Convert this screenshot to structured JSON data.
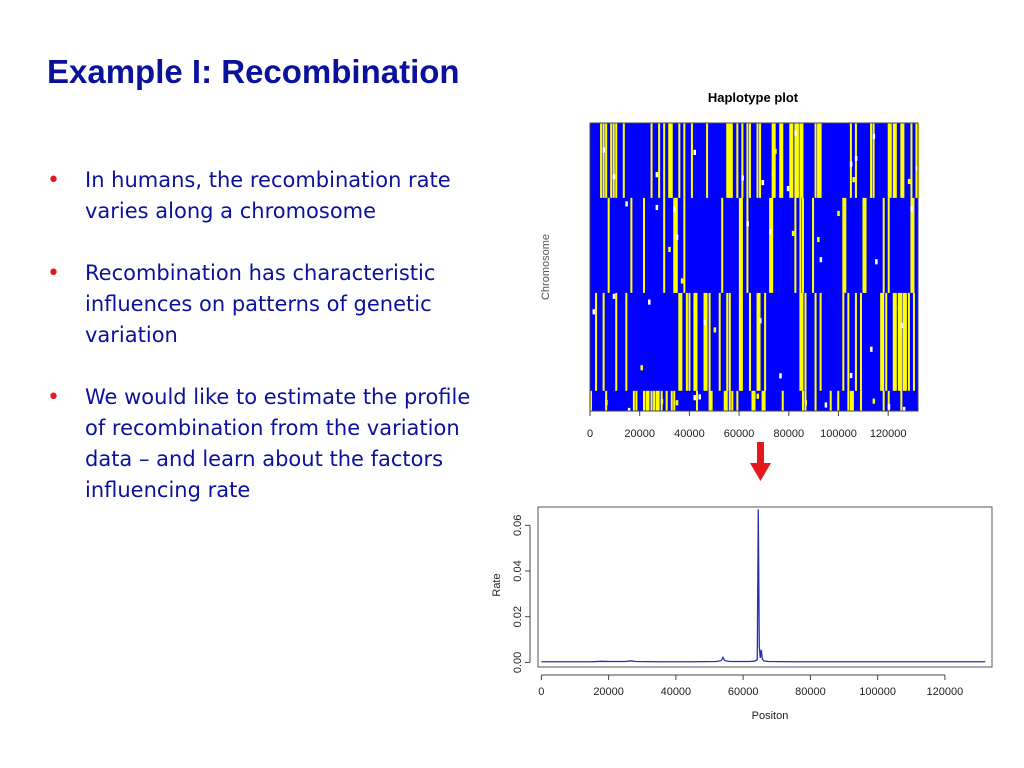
{
  "slide": {
    "title": "Example I: Recombination",
    "bullets": [
      {
        "text": "In humans, the recombination rate varies along a chromosome"
      },
      {
        "text": "Recombination has characteristic influences on patterns of genetic variation"
      },
      {
        "text": "We would like to estimate the profile of recombination from the variation data – and learn about the factors influencing rate"
      }
    ]
  },
  "colors": {
    "title": "#0a129b",
    "bullet_text": "#0a129b",
    "bullet_dot": "#e4181e",
    "haplotype_major": "#0000ff",
    "haplotype_minor": "#ffff00",
    "rate_line": "#262fb4",
    "arrow": "#e4181e"
  },
  "chart_data": [
    {
      "type": "heatmap",
      "title": "Haplotype plot",
      "xlabel": "",
      "ylabel": "Chromosome",
      "xlim": [
        0,
        132000
      ],
      "x_ticks": [
        "0",
        "20000",
        "40000",
        "60000",
        "80000",
        "100000",
        "120000"
      ],
      "x_tick_values": [
        0,
        20000,
        40000,
        60000,
        80000,
        100000,
        120000
      ],
      "description_values": {
        "allele_colors": [
          "blue",
          "yellow"
        ],
        "haplotype_groups": 4
      }
    },
    {
      "type": "line",
      "title": "",
      "xlabel": "Positon",
      "ylabel": "Rate",
      "xlim": [
        -1000,
        134000
      ],
      "ylim": [
        -0.002,
        0.068
      ],
      "x_ticks": [
        "0",
        "20000",
        "40000",
        "60000",
        "80000",
        "100000",
        "120000"
      ],
      "x_tick_values": [
        0,
        20000,
        40000,
        60000,
        80000,
        100000,
        120000
      ],
      "y_ticks": [
        "0.00",
        "0.02",
        "0.04",
        "0.06"
      ],
      "y_tick_values": [
        0.0,
        0.02,
        0.04,
        0.06
      ],
      "x": [
        0,
        5000,
        10000,
        15000,
        18000,
        20000,
        25000,
        26500,
        28000,
        35000,
        45000,
        52000,
        53500,
        54000,
        54500,
        56000,
        62000,
        63500,
        64200,
        64500,
        64800,
        65100,
        65400,
        65700,
        66200,
        67500,
        75000,
        85000,
        95000,
        105000,
        115000,
        125000,
        132000
      ],
      "values": [
        0.0003,
        0.0003,
        0.0003,
        0.0003,
        0.0005,
        0.0004,
        0.0004,
        0.0007,
        0.0004,
        0.0003,
        0.0003,
        0.0004,
        0.0008,
        0.0022,
        0.0008,
        0.0004,
        0.0004,
        0.0006,
        0.0012,
        0.067,
        0.007,
        0.002,
        0.0055,
        0.0015,
        0.0006,
        0.0004,
        0.0003,
        0.0003,
        0.0003,
        0.0003,
        0.0003,
        0.0003,
        0.0003
      ]
    }
  ]
}
